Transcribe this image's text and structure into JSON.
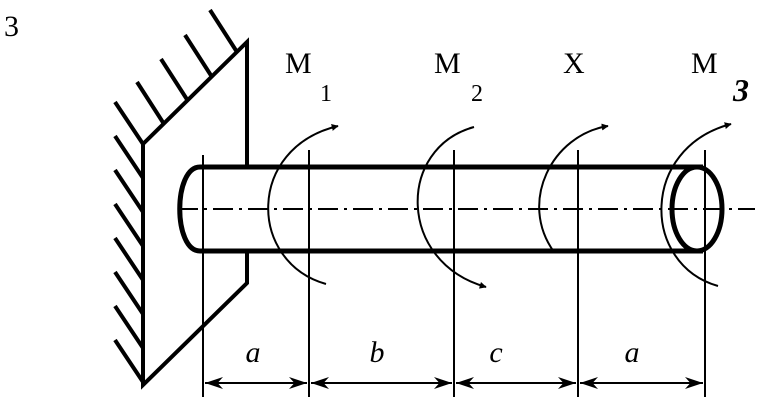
{
  "figure_number": "3",
  "moments": [
    {
      "letter": "M",
      "index": "1"
    },
    {
      "letter": "M",
      "index": "2"
    },
    {
      "letter": "X",
      "index": ""
    },
    {
      "letter": "M",
      "index": "3"
    }
  ],
  "segments": [
    "a",
    "b",
    "c",
    "a"
  ]
}
